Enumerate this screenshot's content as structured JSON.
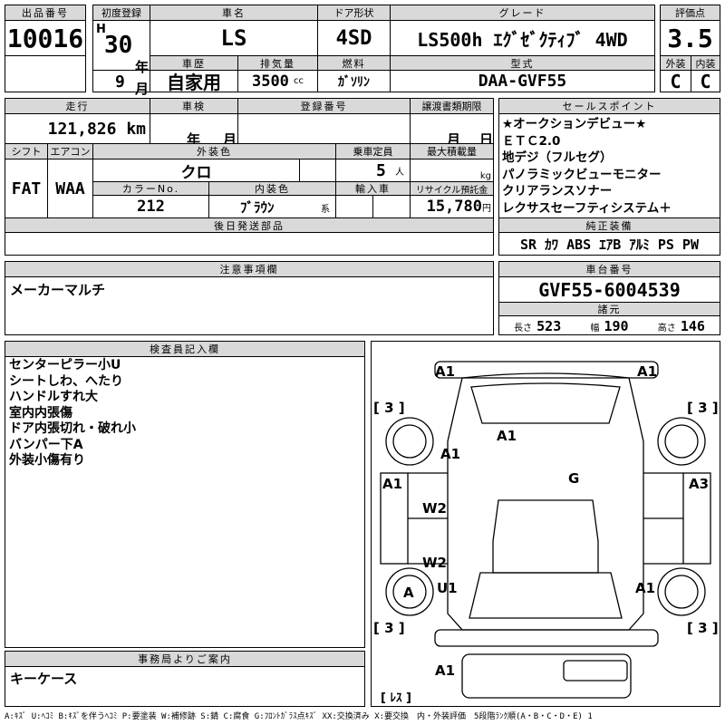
{
  "header": {
    "lot_label": "出品番号",
    "lot": "10016",
    "first_reg_label": "初度登録",
    "era": "H",
    "year": "30",
    "year_unit": "年",
    "month": "9",
    "month_unit": "月",
    "name_label": "車名",
    "name": "LS",
    "door_label": "ドア形状",
    "door": "4SD",
    "grade_label": "グレード",
    "grade": "LS500h ｴｸﾞｾﾞｸﾃｨﾌﾞ 4WD",
    "score_label": "評価点",
    "score": "3.5",
    "history_label": "車歴",
    "history": "自家用",
    "disp_label": "排気量",
    "disp": "3500",
    "disp_unit": "cc",
    "fuel_label": "燃料",
    "fuel": "ｶﾞｿﾘﾝ",
    "model_label": "型式",
    "model": "DAA-GVF55",
    "ext_label": "外装",
    "ext": "C",
    "int_label": "内装",
    "int": "C"
  },
  "mid": {
    "mileage_label": "走行",
    "mileage": "121,826 km",
    "inspect_label": "車検",
    "inspect_year": "年",
    "inspect_month": "月",
    "reg_label": "登録番号",
    "transfer_label": "譲渡書類期限",
    "transfer_month": "月",
    "transfer_day": "日",
    "shift_label": "シフト",
    "shift": "FAT",
    "ac_label": "エアコン",
    "ac": "WAA",
    "color_label": "外装色",
    "color": "クロ",
    "cap_label": "乗車定員",
    "cap": "5",
    "cap_unit": "人",
    "load_label": "最大積載量",
    "load_unit": "kg",
    "colorno_label": "カラーNo.",
    "colorno": "212",
    "intcolor_label": "内装色",
    "intcolor": "ﾌﾞﾗｳﾝ",
    "intcolor_suffix": "系",
    "import_label": "輸入車",
    "recycle_label": "リサイクル預託金",
    "recycle": "15,780",
    "recycle_unit": "円",
    "later_label": "後日発送部品"
  },
  "sales": {
    "label": "セールスポイント",
    "items": [
      "★オークションデビュー★",
      "ＥＴＣ2.0",
      "地デジ（フルセグ）",
      "パノラミックビューモニター",
      "クリアランスソナー",
      "レクサスセーフティシステム＋"
    ],
    "equip_label": "純正装備",
    "equip": "SR ｶﾜ ABS ｴｱB ｱﾙﾐ PS PW"
  },
  "notes": {
    "label": "注意事項欄",
    "text": "メーカーマルチ"
  },
  "chassis": {
    "label": "車台番号",
    "value": "GVF55-6004539",
    "spec_label": "諸元",
    "len_label": "長さ",
    "len": "523",
    "wid_label": "幅",
    "wid": "190",
    "hei_label": "高さ",
    "hei": "146"
  },
  "inspector": {
    "label": "検査員記入欄",
    "lines": [
      "センターピラー小U",
      "シートしわ、へたり",
      "ハンドルすれ大",
      "室内内張傷",
      "ドア内張切れ・破れ小",
      "バンパー下A",
      "外装小傷有り"
    ]
  },
  "office": {
    "label": "事務局よりご案内",
    "text": "キーケース"
  },
  "diagram": {
    "marks": [
      "A1",
      "A1",
      "[ 3 ]",
      "[ 3 ]",
      "A1",
      "A1",
      "G",
      "A1",
      "A3",
      "W2",
      "W2",
      "U1",
      "A",
      "A1",
      "[ 3 ]",
      "[ 3 ]",
      "A1",
      "[ ﾚｽ ]"
    ]
  },
  "footer": "A:ｷｽﾞ U:ﾍｺﾐ B:ｷｽﾞを伴うﾍｺﾐ P:要塗装 W:補修跡 S:錆 C:腐食 G:ﾌﾛﾝﾄｶﾞﾗｽ点ｷｽﾞ XX:交換済み X:要交換　内・外装評価　5段階ﾗﾝｸ順(A・B・C・D・E) 1"
}
